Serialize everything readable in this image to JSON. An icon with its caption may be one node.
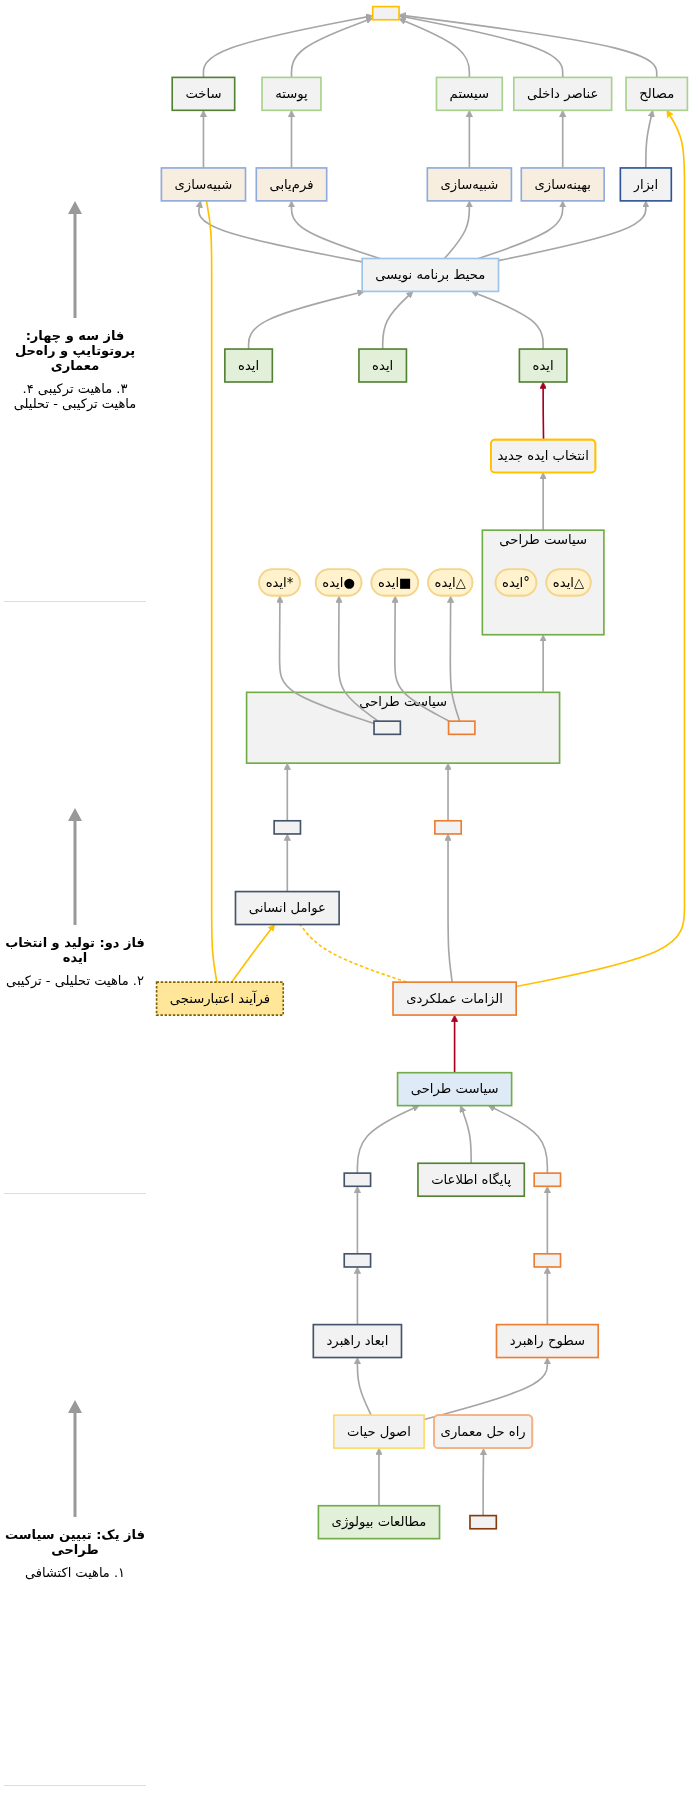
{
  "diagram": {
    "nodes": [
      {
        "text": [
          "مطالعات بیولوژی"
        ]
      },
      {
        "text": [
          "اصول حیات"
        ]
      },
      {
        "text": [
          "ابعاد راهبرد"
        ]
      },
      {
        "text": [
          "سطوح راهبرد"
        ]
      },
      {
        "text": [],
        "shape": "box"
      },
      {
        "text": [],
        "shape": "box"
      },
      {
        "text": [],
        "shape": "box"
      },
      {
        "text": [
          "پایگاه اطلاعات"
        ]
      },
      {
        "text": [],
        "shape": "box"
      },
      {
        "text": [
          "سیاست طراحی"
        ]
      },
      {
        "text": [
          "عوامل انسانی"
        ]
      },
      {
        "text": [
          "الزامات عملکردی"
        ]
      },
      {
        "text": [],
        "shape": "box"
      },
      {
        "text": [],
        "shape": "box"
      },
      {
        "text": [
          "سیاست طراحی"
        ]
      },
      {
        "text": [],
        "shape": "box",
        "in": 14
      },
      {
        "text": [],
        "shape": "box",
        "in": 14
      },
      {
        "text": [
          "ایده*"
        ]
      },
      {
        "text": [
          "ایده●"
        ]
      },
      {
        "text": [
          "ایده■"
        ]
      },
      {
        "text": [
          "ایده△"
        ]
      },
      {
        "text": [
          "سیاست طراحی"
        ]
      },
      {
        "text": [
          "ایده°"
        ],
        "in": 21
      },
      {
        "text": [
          "ایده△"
        ],
        "in": 21
      },
      {
        "text": [
          "انتخاب ایده جدید"
        ]
      },
      {
        "text": [
          "ایده"
        ]
      },
      {
        "text": [
          "ایده"
        ]
      },
      {
        "text": [
          "ایده"
        ]
      },
      {
        "text": [
          "محیط برنامه نویسی"
        ]
      },
      {
        "text": [
          "ابزار"
        ]
      },
      {
        "text": [
          "شبیه‌سازی"
        ]
      },
      {
        "text": [
          "فرم‌یابی"
        ]
      },
      {
        "text": [
          "شبیه‌سازی"
        ]
      },
      {
        "text": [
          "بهینه‌سازی"
        ]
      },
      {
        "text": [
          "ساخت"
        ]
      },
      {
        "text": [
          "پوسته"
        ]
      },
      {
        "text": [
          "سیستم"
        ]
      },
      {
        "text": [
          "عناصر داخلی"
        ]
      },
      {
        "text": [
          "مصالح"
        ]
      },
      {
        "text": [],
        "shape": "box"
      },
      {
        "text": [],
        "shape": "box"
      },
      {
        "text": [
          "راه حل معماری"
        ]
      },
      {
        "text": [
          "فرآیند اعتبارسنجی"
        ]
      }
    ],
    "edges": [
      {
        "from": 0,
        "to": 1,
        "arrow": "to"
      },
      {
        "from": 1,
        "to": 2,
        "arrow": "to"
      },
      {
        "from": 1,
        "to": 3,
        "arrow": "to"
      },
      {
        "from": 2,
        "to": 4,
        "arrow": "to"
      },
      {
        "from": 3,
        "to": 5,
        "arrow": "to"
      },
      {
        "from": 4,
        "to": 6,
        "arrow": "to"
      },
      {
        "from": 5,
        "to": 8,
        "arrow": "to"
      },
      {
        "from": 6,
        "to": 9,
        "arrow": "to"
      },
      {
        "from": 7,
        "to": 9,
        "arrow": "to"
      },
      {
        "from": 8,
        "to": 9,
        "arrow": "to"
      },
      {
        "from": 9,
        "to": 11,
        "arrow": "to",
        "color": "#a50021"
      },
      {
        "from": 10,
        "to": 12,
        "arrow": "to"
      },
      {
        "from": 11,
        "to": 13,
        "arrow": "to"
      },
      {
        "from": 12,
        "to": 14,
        "arrow": "to"
      },
      {
        "from": 13,
        "to": 14,
        "arrow": "to"
      },
      {
        "from": 15,
        "to": 17,
        "arrow": "to"
      },
      {
        "from": 15,
        "to": 18,
        "arrow": "to"
      },
      {
        "from": 16,
        "to": 19,
        "arrow": "to"
      },
      {
        "from": 16,
        "to": 20,
        "arrow": "to"
      },
      {
        "from": 14,
        "to": 21,
        "arrow": "to"
      },
      {
        "from": 21,
        "to": 24,
        "arrow": "to"
      },
      {
        "from": 24,
        "to": 27,
        "arrow": "to",
        "color": "#a50021"
      },
      {
        "from": 25,
        "to": 28,
        "arrow": "to"
      },
      {
        "from": 26,
        "to": 28,
        "arrow": "to"
      },
      {
        "from": 27,
        "to": 28,
        "arrow": "to"
      },
      {
        "from": 28,
        "to": 29,
        "arrow": "to"
      },
      {
        "from": 28,
        "to": 30,
        "arrow": "to"
      },
      {
        "from": 28,
        "to": 31,
        "arrow": "to"
      },
      {
        "from": 28,
        "to": 32,
        "arrow": "to"
      },
      {
        "from": 28,
        "to": 33,
        "arrow": "to"
      },
      {
        "from": 30,
        "to": 34,
        "arrow": "to"
      },
      {
        "from": 31,
        "to": 35,
        "arrow": "to"
      },
      {
        "from": 32,
        "to": 36,
        "arrow": "to"
      },
      {
        "from": 33,
        "to": 37,
        "arrow": "to"
      },
      {
        "from": 29,
        "to": 38,
        "arrow": "to"
      },
      {
        "from": 34,
        "to": 39,
        "arrow": "to"
      },
      {
        "from": 35,
        "to": 39,
        "arrow": "to"
      },
      {
        "from": 36,
        "to": 39,
        "arrow": "to"
      },
      {
        "from": 37,
        "to": 39,
        "arrow": "to"
      },
      {
        "from": 38,
        "to": 39,
        "arrow": "to"
      },
      {
        "from": 40,
        "to": 41,
        "arrow": "to"
      },
      {
        "from": 30,
        "to": 42,
        "arrow": "none",
        "color": "#ffc000"
      },
      {
        "from": 42,
        "to": 10,
        "arrow": "to",
        "color": "#ffc000"
      },
      {
        "from": 10,
        "to": 11,
        "arrow": "none",
        "style": "dashed",
        "color": "#ffc000"
      },
      {
        "from": 11,
        "to": 38,
        "arrow": "to",
        "color": "#ffc000"
      }
    ],
    "labels": [
      "۱. ماهیت اکتشافی",
      "۲. ماهیت تحلیلی - ترکیبی",
      "۳. ماهیت ترکیبی ۴. ماهیت ترکیبی - تحلیلی",
      "فاز یک: تبیین سیاست طراحی",
      "فاز دو: تولید و انتخاب ایده",
      "فاز سه و چهار: پروتوتایپ و راه‌حل معماری"
    ]
  }
}
